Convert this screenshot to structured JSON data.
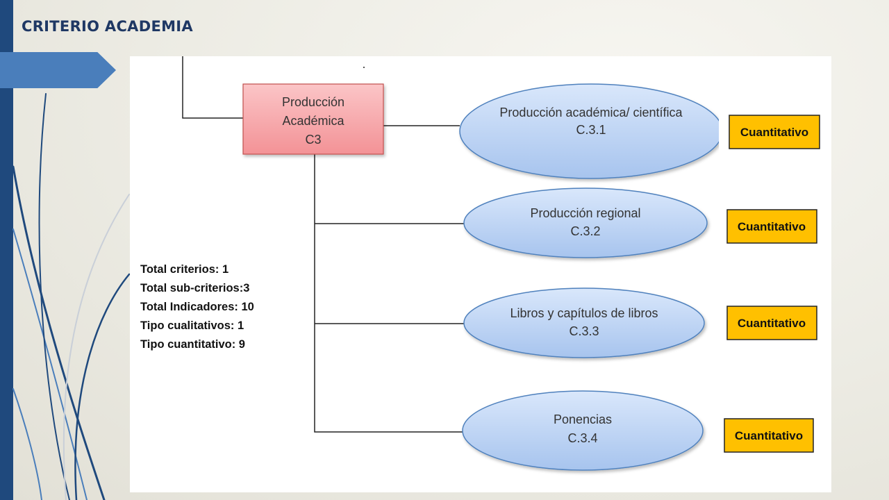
{
  "slide": {
    "title": "CRITERIO ACADEMIA"
  },
  "diagram": {
    "root": {
      "line1": "Producción",
      "line2": "Académica",
      "line3": "C3",
      "fill": "#f6a3a6"
    },
    "children": [
      {
        "name": "Producción académica/ científica",
        "code": "C.3.1",
        "badge": "Cuantitativo"
      },
      {
        "name": "Producción regional",
        "code": "C.3.2",
        "badge": "Cuantitativo"
      },
      {
        "name": "Libros y capítulos de libros",
        "code": "C.3.3",
        "badge": "Cuantitativo"
      },
      {
        "name": "Ponencias",
        "code": "C.3.4",
        "badge": "Cuantitativo"
      }
    ],
    "colors": {
      "ellipse": "#b3cdf0",
      "ellipse_border": "#4f81bd",
      "badge": "#ffc000",
      "accent": "#1f497d"
    }
  },
  "summary": [
    "Total criterios: 1",
    "Total sub-criterios:3",
    "Total Indicadores: 10",
    "Tipo cualitativos: 1",
    "Tipo cuantitativo: 9"
  ]
}
